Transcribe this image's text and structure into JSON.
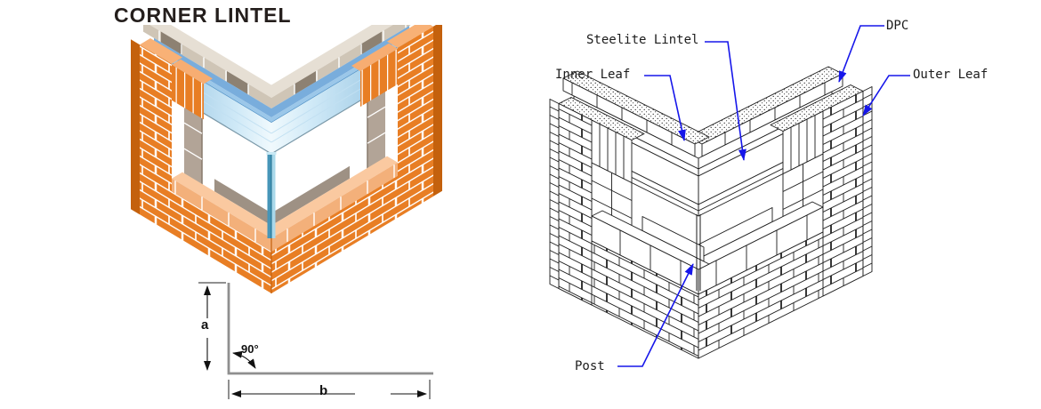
{
  "title": "CORNER LINTEL",
  "left_illustration": {
    "dims": {
      "a": "a",
      "b": "b",
      "angle": "90°"
    }
  },
  "right_illustration": {
    "labels": {
      "steelite": "Steelite Lintel",
      "dpc": "DPC",
      "inner": "Inner Leaf",
      "outer": "Outer Leaf",
      "post": "Post"
    }
  },
  "colors": {
    "brick_orange": "#E87E24",
    "brick_light": "#F7AD72",
    "brick_dark": "#C4610D",
    "lintel_blue": "#9BC7E9",
    "lintel_blue_dark": "#4E8FC4",
    "block_tan": "#CFC5B6",
    "post_teal": "#4695B8",
    "leader_blue": "#1616EA",
    "line_black": "#1a1a1a",
    "profile_gray": "#8F8F8F"
  }
}
